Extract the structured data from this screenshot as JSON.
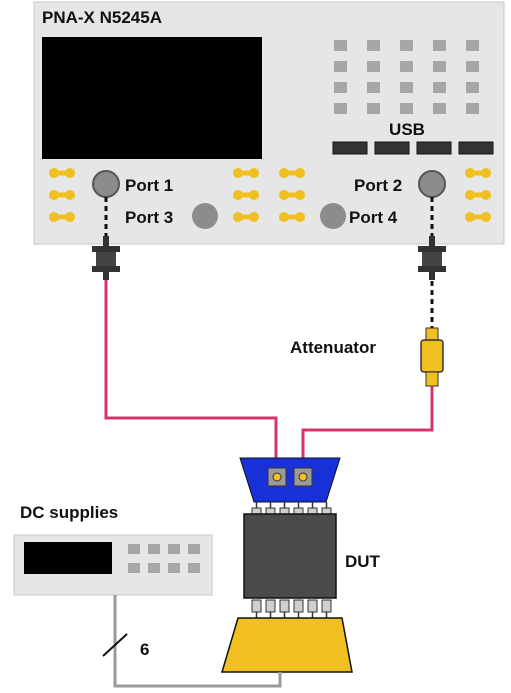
{
  "instrument": {
    "model": "PNA-X N5245A",
    "usb_label": "USB",
    "ports": [
      "Port 1",
      "Port 2",
      "Port 3",
      "Port 4"
    ]
  },
  "attenuator_label": "Attenuator",
  "dc_supplies_label": "DC supplies",
  "dut_label": "DUT",
  "bus_count_label": "6",
  "colors": {
    "panel": "#e6e6e6",
    "screen": "#000000",
    "rf_cable": "#d6336c",
    "dc_cable": "#9a9a9a",
    "gold_pad": "#f0c020",
    "dut_top_fixture": "#1830d8",
    "dut_bottom_fixture": "#f0c020",
    "dut_body": "#4a4a4a"
  }
}
